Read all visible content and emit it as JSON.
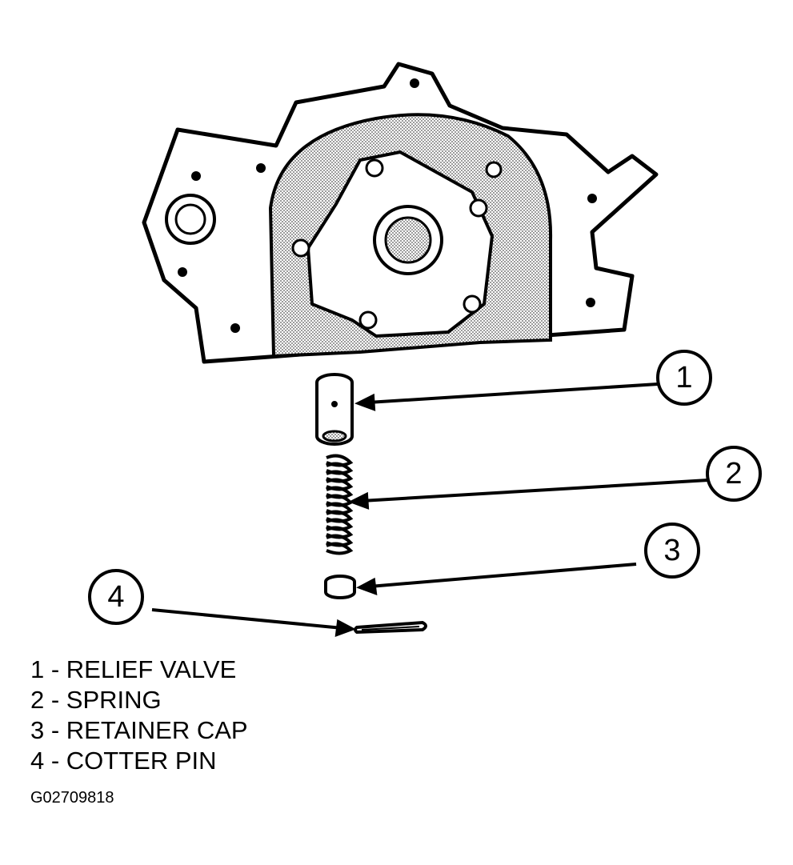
{
  "callouts": [
    {
      "number": "1",
      "label": "RELIEF VALVE"
    },
    {
      "number": "2",
      "label": "SPRING"
    },
    {
      "number": "3",
      "label": "RETAINER CAP"
    },
    {
      "number": "4",
      "label": "COTTER PIN"
    }
  ],
  "legend": [
    {
      "text": "1 - RELIEF VALVE"
    },
    {
      "text": "2 - SPRING"
    },
    {
      "text": "3 - RETAINER CAP"
    },
    {
      "text": "4 - COTTER PIN"
    }
  ],
  "figure_code": "G02709818",
  "colors": {
    "line": "#000000",
    "shading": "#bdbdbd",
    "background": "#ffffff"
  }
}
